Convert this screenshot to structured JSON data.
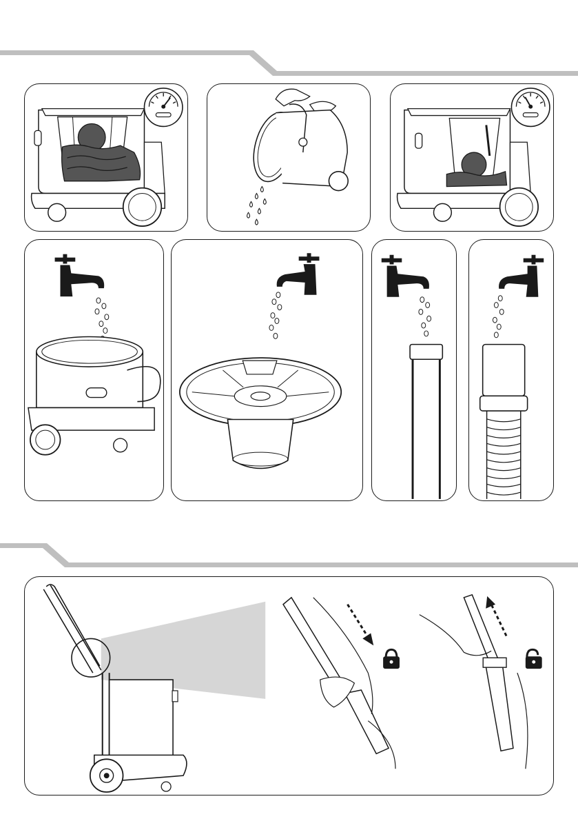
{
  "page": {
    "background": "#ffffff",
    "line_color": "#1a1a1a",
    "band_color": "#bfbfbf",
    "water_color": "#555555",
    "highlight_color": "#d6d6d6"
  },
  "section_cleaning": {
    "panels": [
      {
        "name": "panel-full-tank-gauge",
        "icon": "pressure-gauge-icon"
      },
      {
        "name": "panel-empty-tank",
        "icon": "water-drops-icon"
      },
      {
        "name": "panel-low-tank-gauge",
        "icon": "pressure-gauge-icon"
      },
      {
        "name": "panel-rinse-tank",
        "icon": "water-tap-icon"
      },
      {
        "name": "panel-rinse-filter-lid",
        "icon": "water-tap-icon"
      },
      {
        "name": "panel-rinse-tube",
        "icon": "water-tap-icon"
      },
      {
        "name": "panel-rinse-hose",
        "icon": "water-tap-icon"
      }
    ]
  },
  "section_telescopic": {
    "panels": [
      {
        "name": "panel-telescopic-tube-adjust",
        "icons": [
          "padlock-locked-icon",
          "padlock-unlocked-icon",
          "arrow-down-icon",
          "arrow-up-icon"
        ]
      }
    ]
  }
}
